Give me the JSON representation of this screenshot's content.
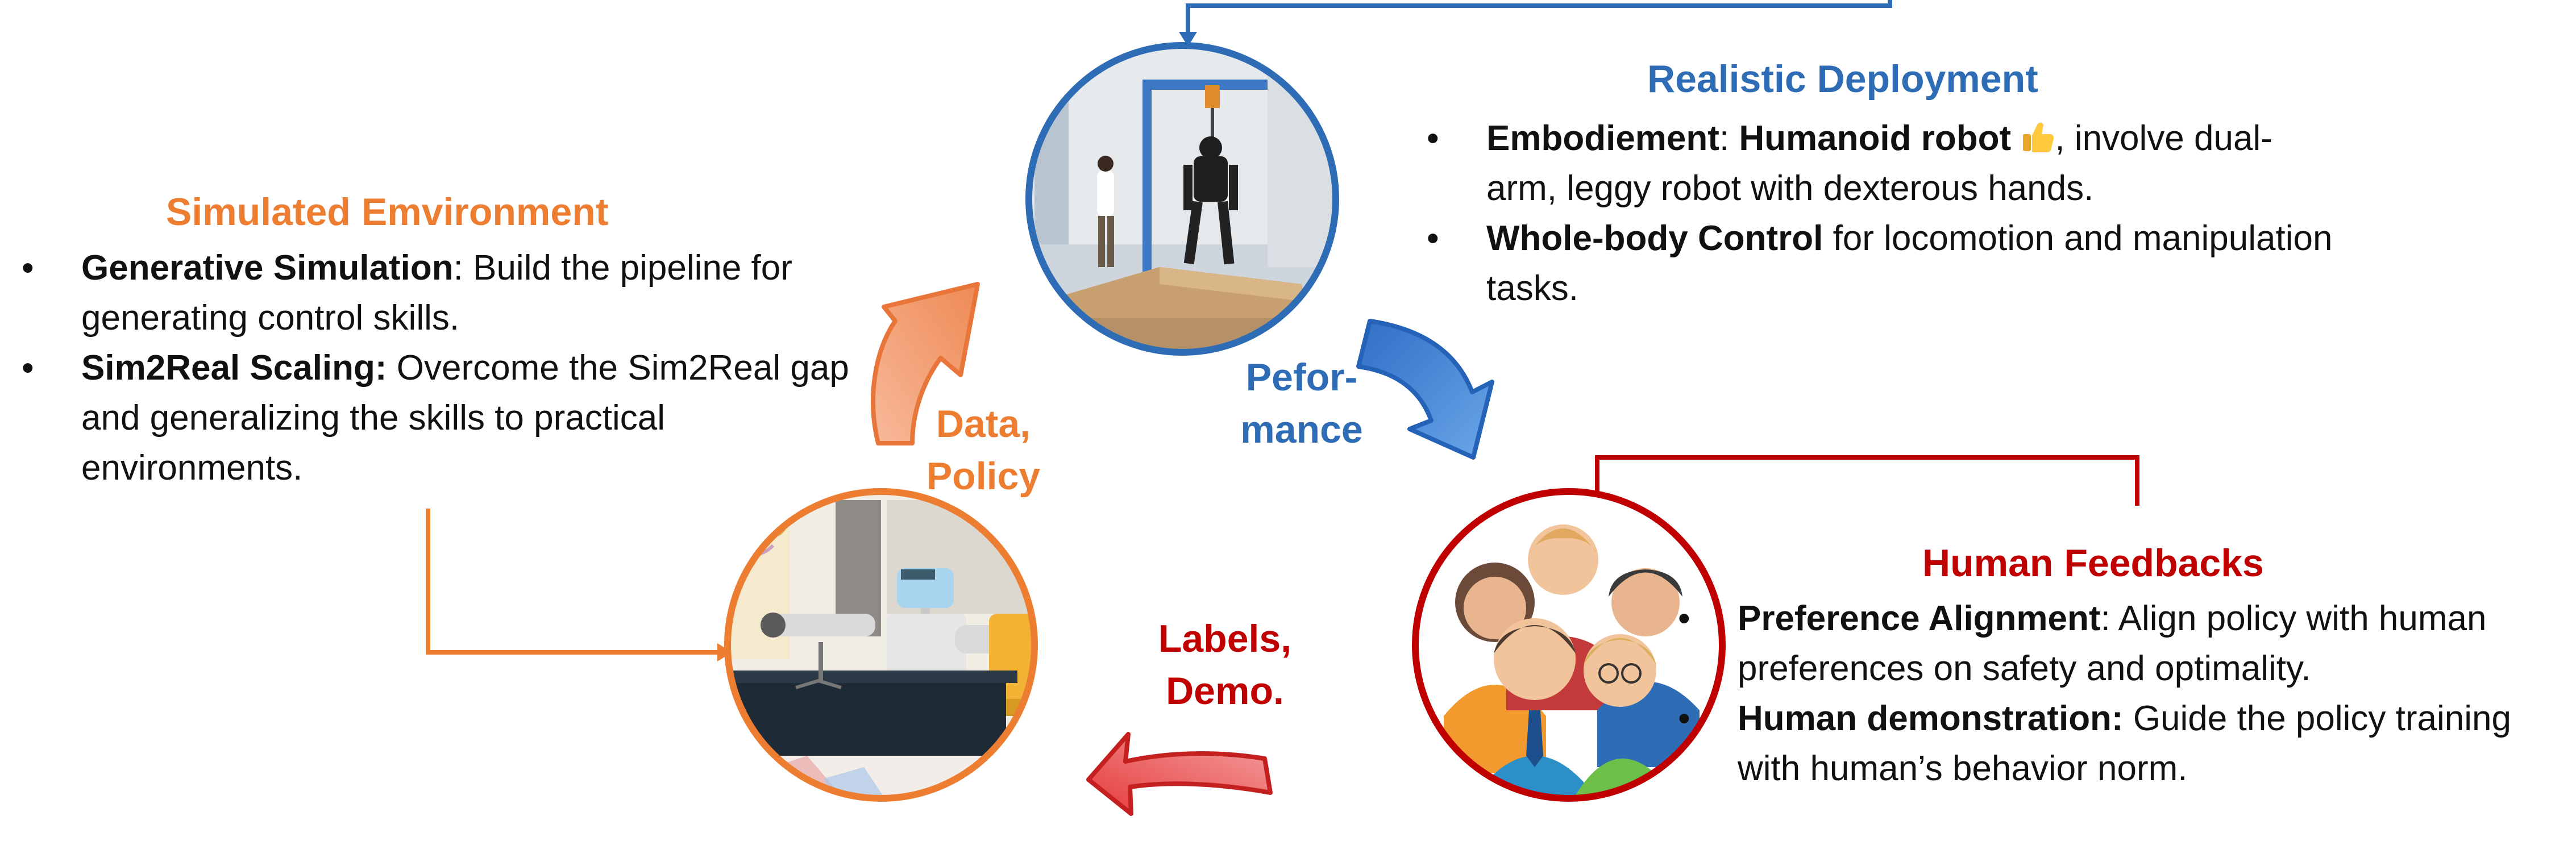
{
  "colors": {
    "simulated": "#ED7D31",
    "deployment": "#2E6CB5",
    "human": "#C00000",
    "text": "#111111"
  },
  "simulated": {
    "title": "Simulated Emvironment",
    "items": [
      {
        "bold": "Generative  Simulation",
        "rest": ": Build the pipeline for generating control skills."
      },
      {
        "bold": "Sim2Real Scaling:",
        "rest": " Overcome the Sim2Real gap and generalizing the skills to practical environments."
      }
    ]
  },
  "deployment": {
    "title": "Realistic Deployment",
    "items": [
      {
        "bold_a": "Embodiement",
        "sep": ": ",
        "bold_b": "Humanoid robot",
        "icon": "thumbs-up-icon",
        "rest": ", involve dual-arm, leggy robot with dexterous hands."
      },
      {
        "bold": "Whole-body Control",
        "rest": " for locomotion and manipulation tasks."
      }
    ]
  },
  "human": {
    "title": "Human Feedbacks",
    "items": [
      {
        "bold": "Preference Alignment",
        "rest": ": Align policy with human preferences on safety and optimality."
      },
      {
        "bold": "Human demonstration:",
        "rest": " Guide the policy training  with human’s behavior norm."
      }
    ]
  },
  "edges": {
    "data_policy": {
      "line1": "Data,",
      "line2": "Policy"
    },
    "performance": {
      "line1": "Pefor-",
      "line2": "mance"
    },
    "labels_demo": {
      "line1": "Labels,",
      "line2": "Demo."
    }
  },
  "nodes": {
    "simulation_image": "simulation-scene-image",
    "robot_image": "humanoid-robot-photo",
    "people_image": "people-group-icon"
  }
}
